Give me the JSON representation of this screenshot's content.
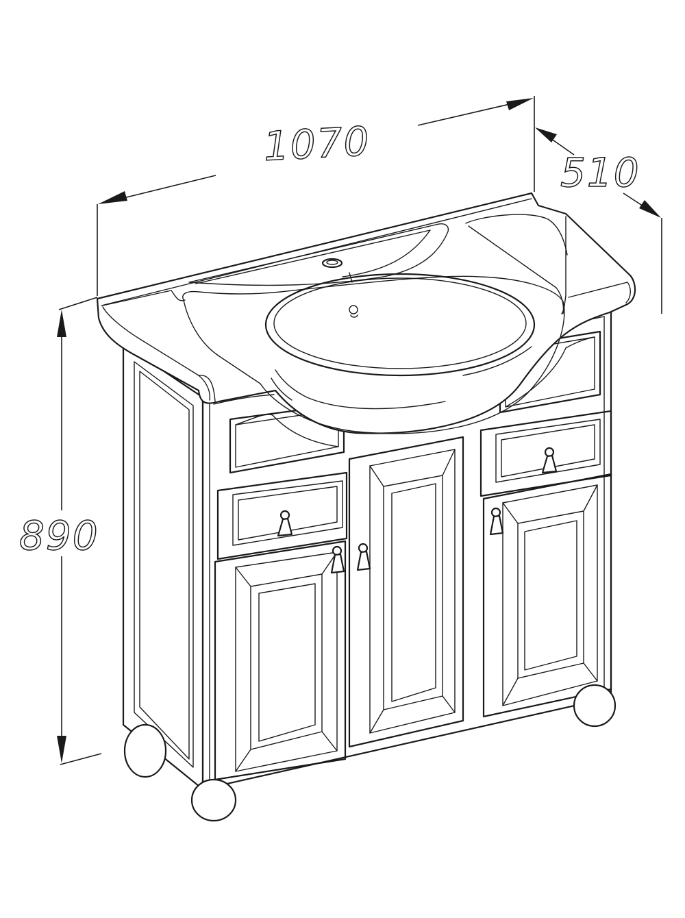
{
  "dimensions": {
    "width": "1070",
    "depth": "510",
    "height": "890"
  },
  "colors": {
    "line": "#1a1a1a",
    "background": "#ffffff"
  }
}
